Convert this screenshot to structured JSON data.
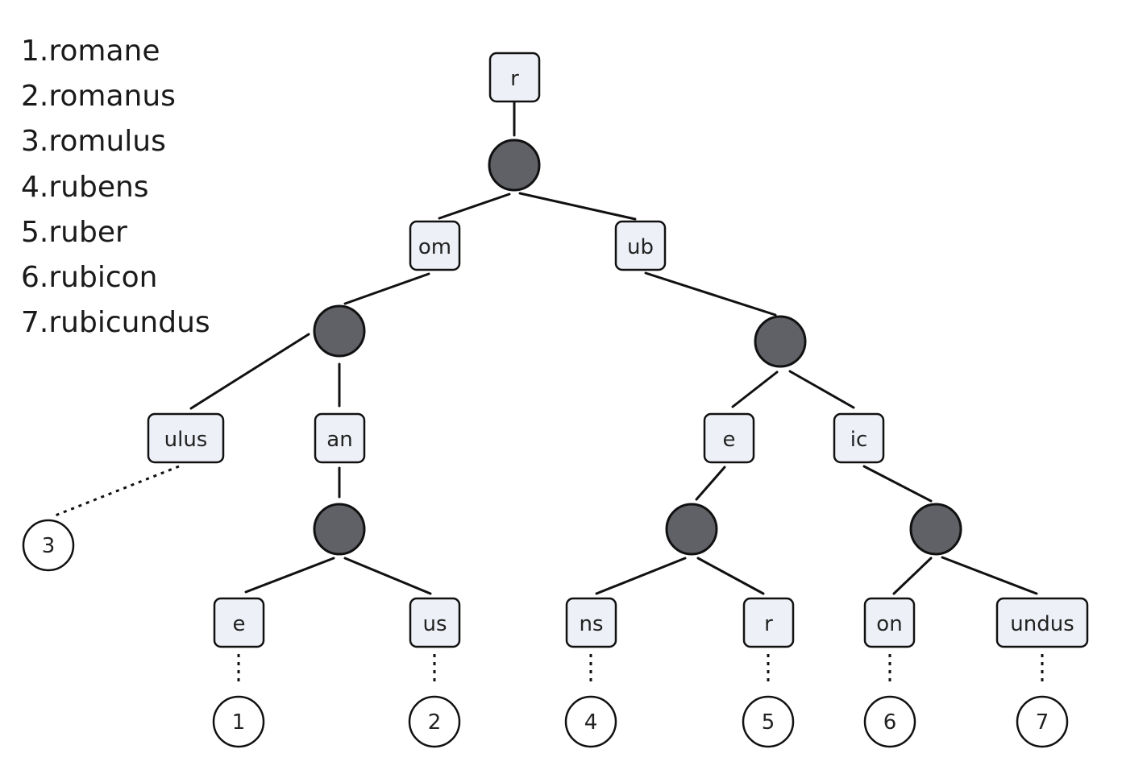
{
  "word_list": [
    "1.romane",
    "2.romanus",
    "3.romulus",
    "4.rubens",
    "5.ruber",
    "6.rubicon",
    "7.rubicundus"
  ],
  "trie": {
    "labels": {
      "r": "r",
      "om": "om",
      "ub": "ub",
      "ulus": "ulus",
      "an": "an",
      "e_ub": "e",
      "ic": "ic",
      "e_an": "e",
      "us": "us",
      "ns": "ns",
      "r_e": "r",
      "on": "on",
      "undus": "undus"
    },
    "leaves": {
      "leaf3": "3",
      "leaf1": "1",
      "leaf2": "2",
      "leaf4": "4",
      "leaf5": "5",
      "leaf6": "6",
      "leaf7": "7"
    },
    "colors": {
      "internal_node": "#5f6166",
      "label_box_fill": "#eef0f7",
      "stroke": "#111111"
    }
  }
}
